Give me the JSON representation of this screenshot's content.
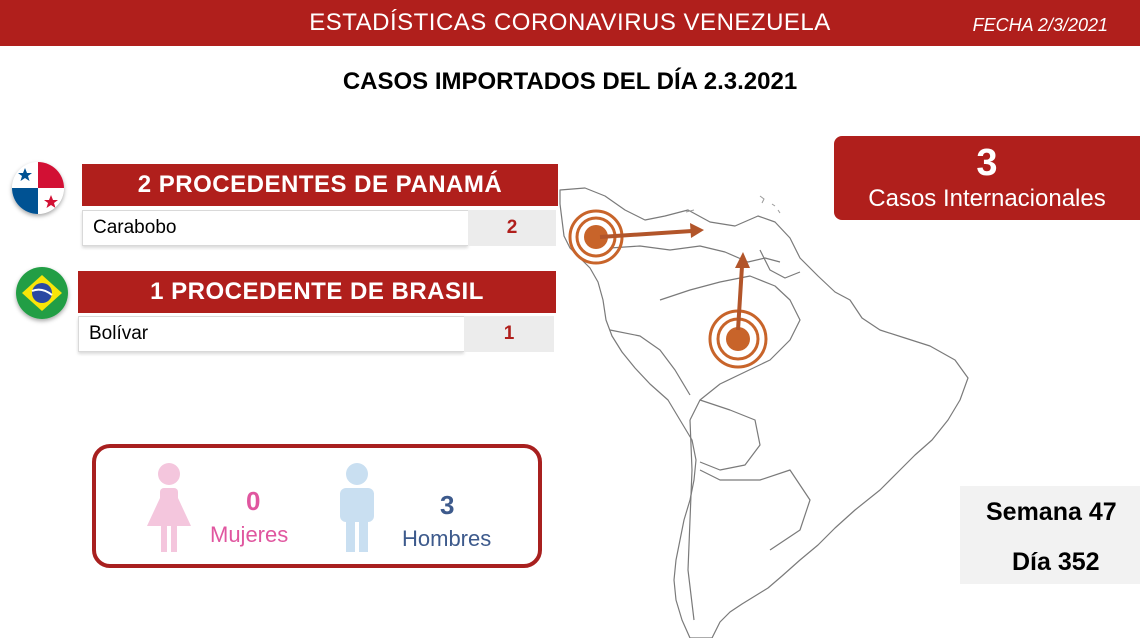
{
  "header": {
    "title": "ESTADÍSTICAS CORONAVIRUS VENEZUELA",
    "date": "FECHA 2/3/2021"
  },
  "subtitle": "CASOS IMPORTADOS DEL DÍA  2.3.2021",
  "origins": [
    {
      "header": "2 PROCEDENTES DE PANAMÁ",
      "flag": "panama-flag",
      "state": "Carabobo",
      "count": "2"
    },
    {
      "header": "1 PROCEDENTE DE BRASIL",
      "flag": "brazil-flag",
      "state": "Bolívar",
      "count": "1"
    }
  ],
  "international": {
    "count": "3",
    "label": "Casos Internacionales"
  },
  "gender": {
    "women": {
      "count": "0",
      "label": "Mujeres",
      "color": "#e0569f",
      "icon": "female-icon",
      "icon_color": "#f4c6dd"
    },
    "men": {
      "count": "3",
      "label": "Hombres",
      "color": "#3d5a8c",
      "icon": "male-icon",
      "icon_color": "#c9dff1"
    }
  },
  "week": {
    "week": "Semana 47",
    "day": "Día 352"
  },
  "colors": {
    "brand_red": "#b01f1c",
    "marker": "#c8642a"
  }
}
